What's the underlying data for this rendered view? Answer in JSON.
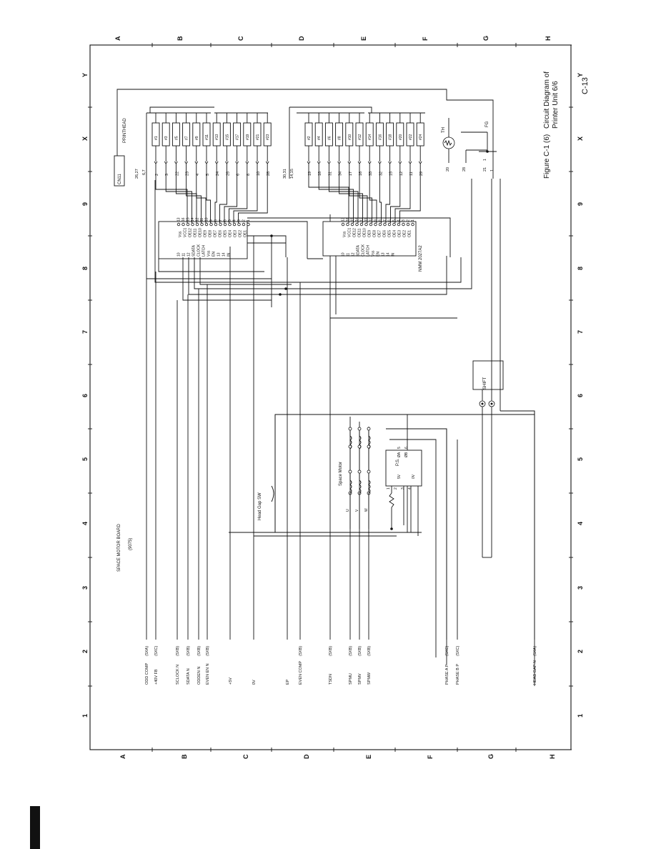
{
  "figure": {
    "page_number": "C-13",
    "caption_num": "Figure C-1 (6)",
    "caption_line1": "Circuit Diagram of",
    "caption_line2": "Printer Unit 6/6"
  },
  "grid": {
    "rows_top": [
      "A",
      "B",
      "C",
      "D",
      "E",
      "F",
      "G",
      "H"
    ],
    "rows_bottom": [
      "A",
      "B",
      "C",
      "D",
      "E",
      "F",
      "G",
      "H"
    ],
    "cols": [
      "Y",
      "X",
      "9",
      "8",
      "7",
      "6",
      "5",
      "4",
      "3",
      "2",
      "1"
    ]
  },
  "labels": {
    "board": "SPACE MOTOR BOARD",
    "board_code": "(9075)",
    "printhead": "PRINTHEAD",
    "cn11": "CN11",
    "ic_bottom": "NMM 2027A2",
    "shift": "SHIFT",
    "fg": "FG",
    "th": "TH",
    "space_motor": "Space Motor",
    "head_gap_sw": "Head Gap SW",
    "ps": "P.S."
  },
  "signals": [
    {
      "name": "ODD COMP",
      "ref": "(5XA)"
    },
    {
      "name": "+40V FB",
      "ref": "(5XC)"
    },
    {
      "name": "SCLOCK N",
      "ref": "(5XB)"
    },
    {
      "name": "SDATA N",
      "ref": "(5XB)"
    },
    {
      "name": "ODDEN N",
      "ref": "(5XB)"
    },
    {
      "name": "EVEN EN N",
      "ref": "(5XB)"
    },
    {
      "name": "+5V",
      "ref": ""
    },
    {
      "name": "0V",
      "ref": ""
    },
    {
      "name": "EP",
      "ref": ""
    },
    {
      "name": "EVEN COMP",
      "ref": "(5XB)"
    },
    {
      "name": "TSDN",
      "ref": "(5XB)"
    },
    {
      "name": "SPMU",
      "ref": "(5XB)"
    },
    {
      "name": "SPMV",
      "ref": "(5XB)"
    },
    {
      "name": "SPMW",
      "ref": "(5XB)"
    },
    {
      "name": "PHASE A P",
      "ref": "(5XC)"
    },
    {
      "name": "PHASE B P",
      "ref": "(5XC)"
    },
    {
      "name": "HEAD GAP N",
      "ref": "(5XA)"
    }
  ],
  "coils_left": [
    "#1",
    "#3",
    "#5",
    "#7",
    "#9",
    "#11",
    "#13",
    "#15",
    "#17",
    "#19",
    "#21",
    "#23"
  ],
  "coils_right": [
    "#2",
    "#4",
    "#6",
    "#8",
    "#10",
    "#12",
    "#14",
    "#16",
    "#18",
    "#20",
    "#22",
    "#24"
  ],
  "pins_left": [
    "2",
    "3",
    "22",
    "23",
    "4",
    "5",
    "24",
    "25",
    "6",
    "8",
    "10",
    "28"
  ],
  "pins_right": [
    "19",
    "18",
    "31",
    "34",
    "17",
    "16",
    "33",
    "32",
    "15",
    "12",
    "11",
    "29"
  ],
  "pins_misc": [
    "26,27",
    "6,7",
    "30,31",
    "14,15",
    "20",
    "28",
    "21",
    "1"
  ],
  "ic_pins_left": [
    "13",
    "16",
    "15",
    "14",
    "12",
    "11",
    "10",
    "9",
    "8",
    "7",
    "6",
    "5",
    "4",
    "3",
    "2",
    "1"
  ],
  "ic_side_left": [
    "Vss",
    "VCC1",
    "OE12",
    "OE11",
    "OE10",
    "OE9",
    "OE8",
    "OE7",
    "OE6",
    "OE5",
    "OE4",
    "OE3",
    "OE2",
    "OE1"
  ],
  "ic_ctrl_left": [
    "10",
    "11",
    "12",
    "SDATA",
    "CLOCK",
    "LATCH",
    "Vss",
    "EN",
    "13",
    "14",
    "IN"
  ],
  "motor_pins": [
    "U",
    "V",
    "W"
  ],
  "ps_pins": [
    "1",
    "2",
    "3",
    "4",
    "5",
    "6",
    "ØA",
    "ØB",
    "5V",
    "0V"
  ],
  "bottom_pins_row": [
    "1",
    "2",
    "3",
    "4"
  ]
}
